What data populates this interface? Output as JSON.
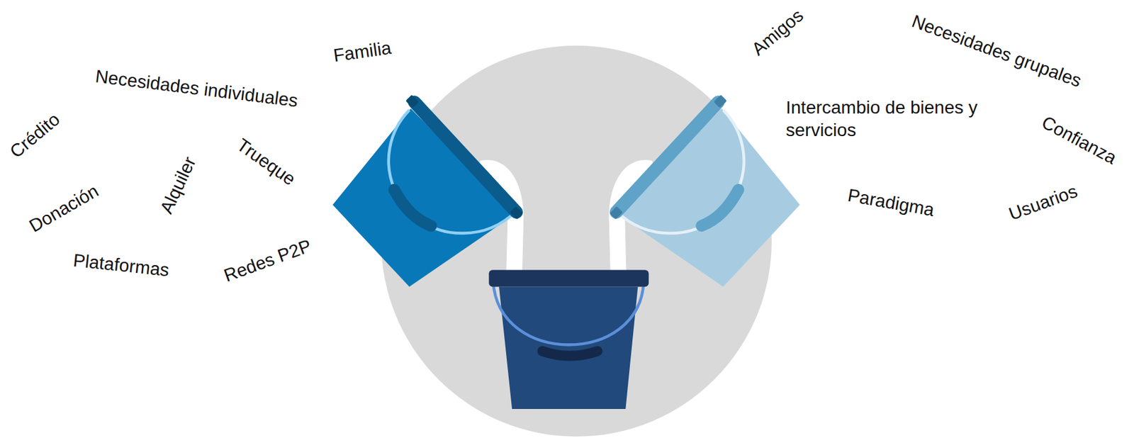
{
  "diagram": {
    "labels": [
      "Familia",
      "Necesidades individuales",
      "Crédito",
      "Trueque",
      "Alquiler",
      "Donación",
      "Plataformas",
      "Redes P2P",
      "Amigos",
      "Necesidades grupales",
      "Intercambio de bienes y servicios",
      "Confianza",
      "Paradigma",
      "Usuarios"
    ]
  }
}
